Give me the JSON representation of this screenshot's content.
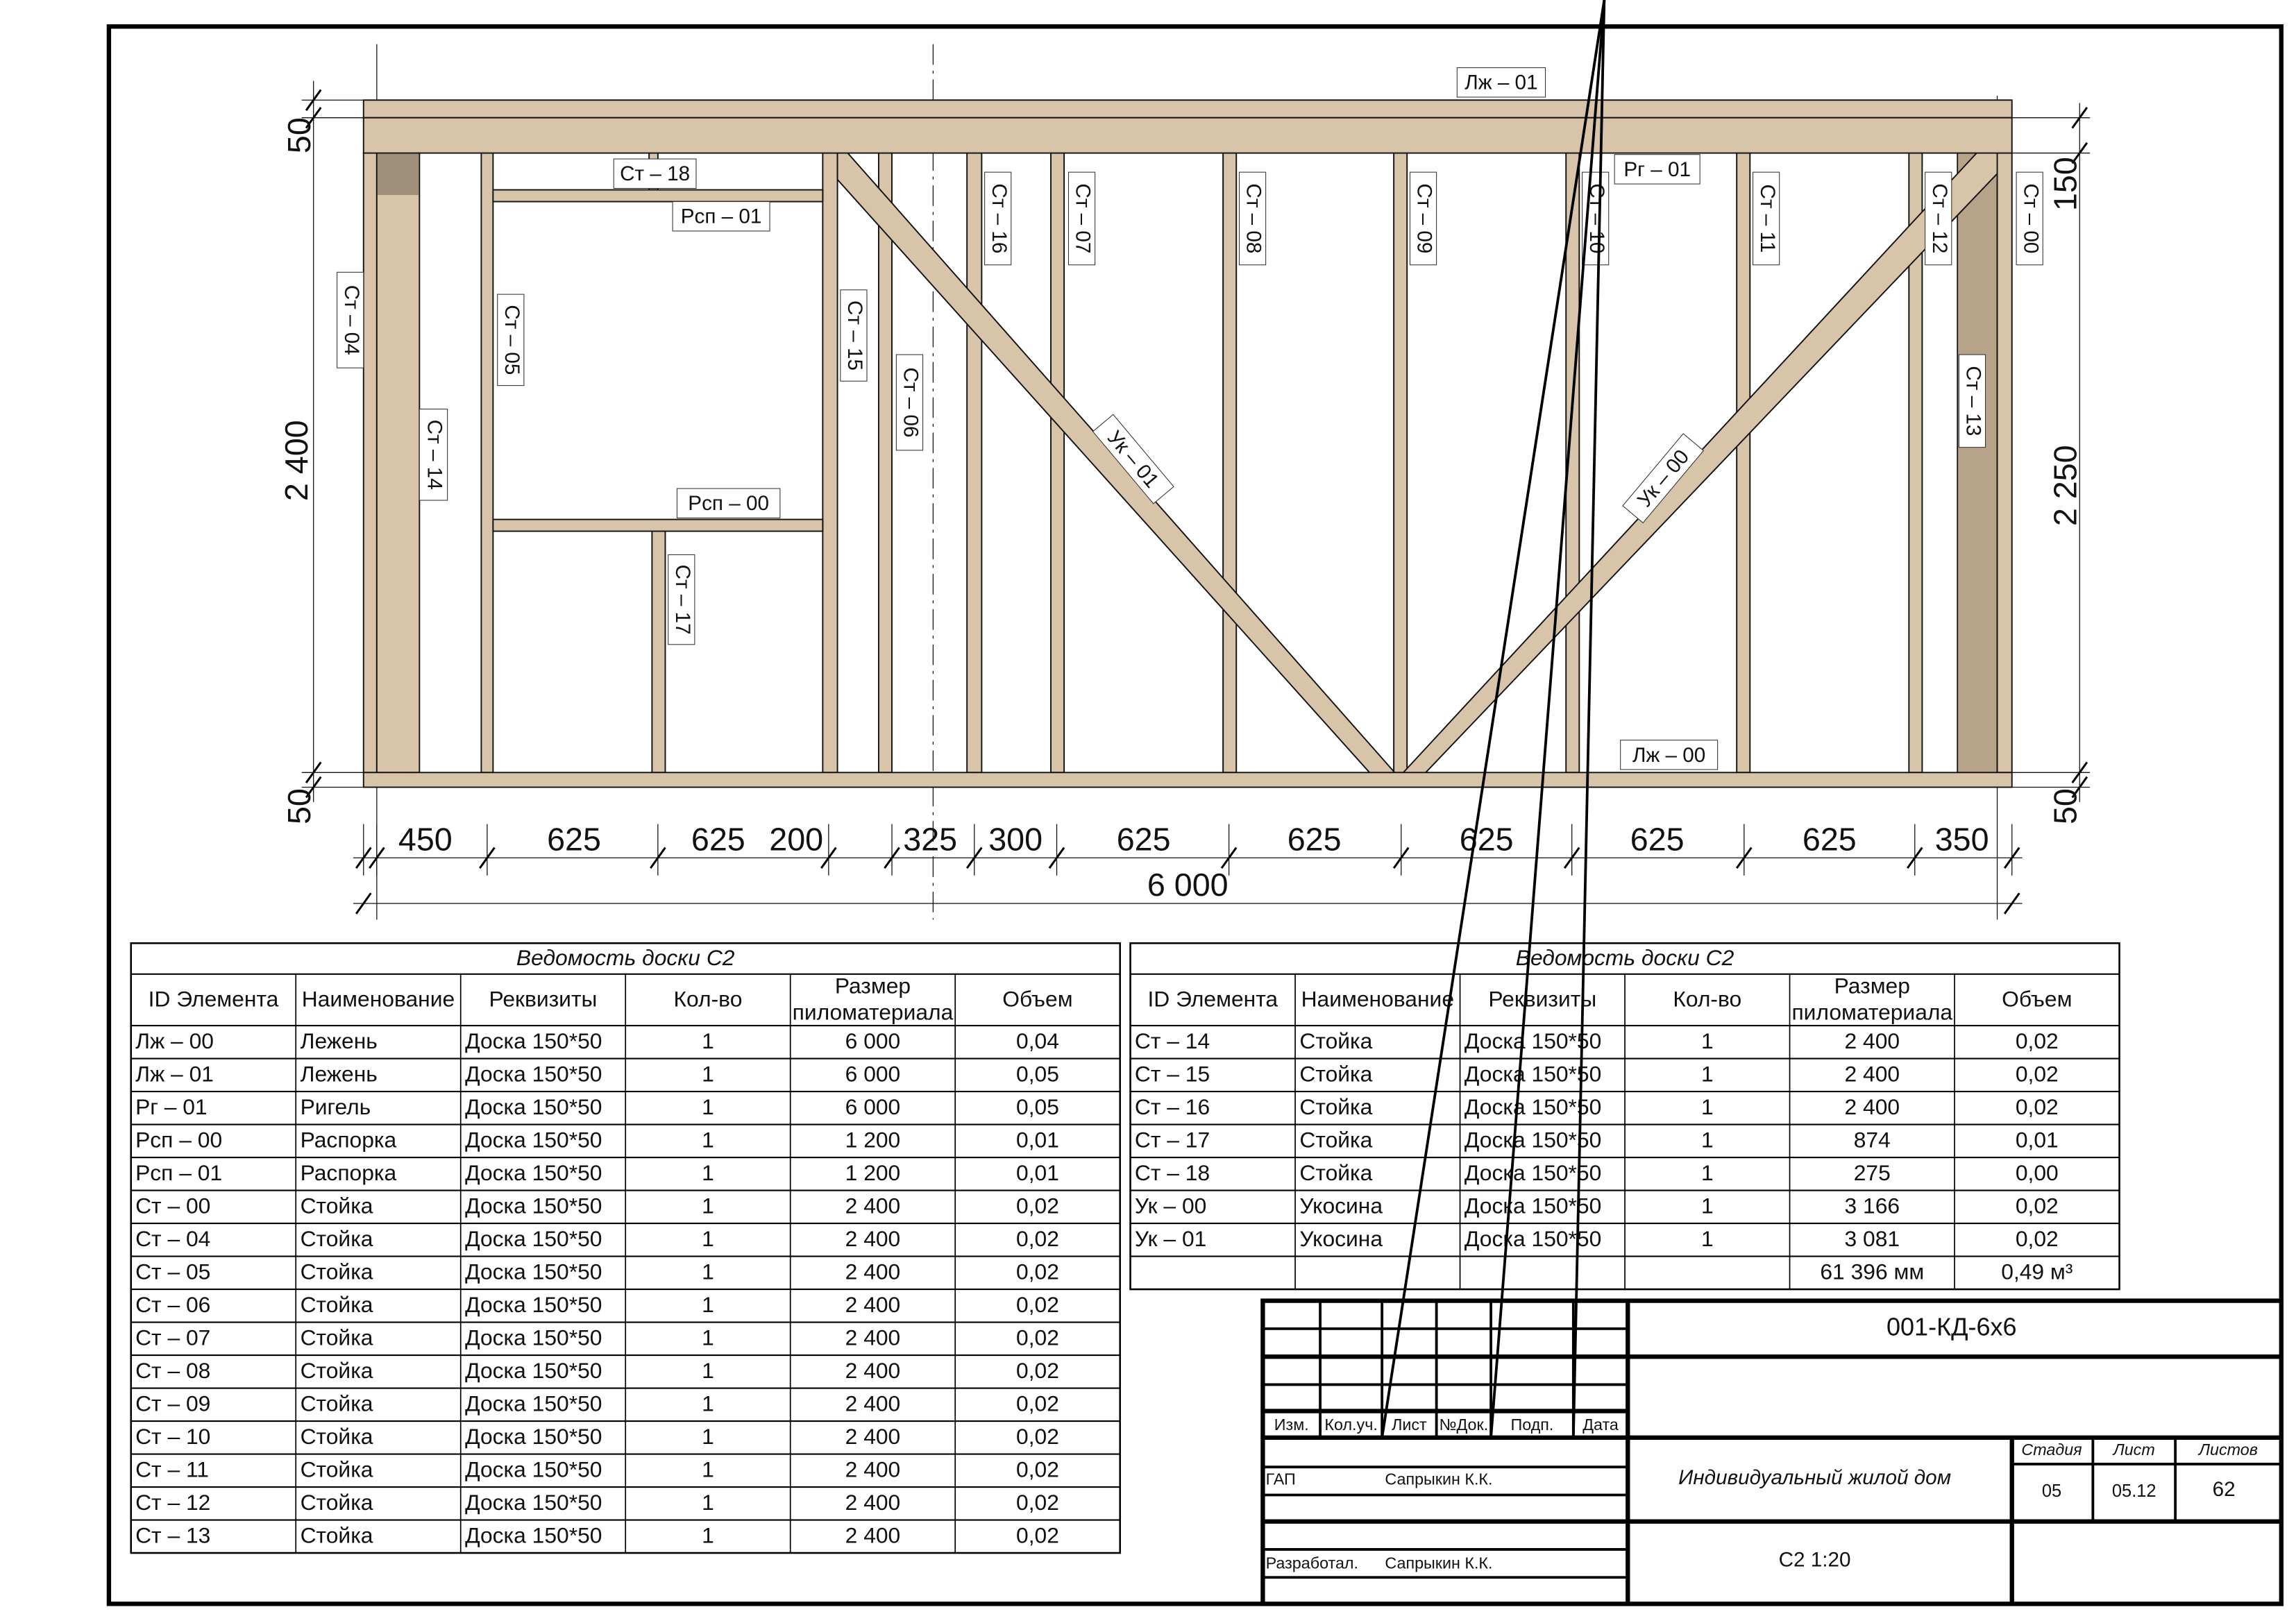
{
  "diagram": {
    "labels": [
      "Лж – 01",
      "Рг – 01",
      "Ст – 18",
      "Рсп – 01",
      "Рсп – 00",
      "Лж – 00",
      "Ст – 04",
      "Ст – 14",
      "Ст – 05",
      "Ст – 17",
      "Ст – 15",
      "Ст – 06",
      "Ст – 16",
      "Ст – 07",
      "Ст – 08",
      "Ст – 09",
      "Ст – 10",
      "Ст – 11",
      "Ст – 12",
      "Ст – 00",
      "Ст – 13",
      "Ук – 01",
      "Ук – 00"
    ],
    "dims_bottom": [
      "450",
      "625",
      "625",
      "200",
      "325",
      "300",
      "625",
      "625",
      "625",
      "625",
      "625",
      "350"
    ],
    "dim_overall": "6 000",
    "dims_left": [
      "50",
      "2 400",
      "50"
    ],
    "dims_right": [
      "150",
      "2 250",
      "50"
    ],
    "colors": {
      "wood": "#d8c4a8",
      "wood_dark": "#a08f78"
    }
  },
  "tables": {
    "headers": [
      "ID Элемента",
      "Наименование",
      "Реквизиты",
      "Кол-во",
      "Размер|пиломатериала",
      "Объем"
    ],
    "left": {
      "title": "Ведомость доски С2",
      "rows": [
        [
          "Лж – 00",
          "Лежень",
          "Доска 150*50",
          "1",
          "6 000",
          "0,04"
        ],
        [
          "Лж – 01",
          "Лежень",
          "Доска 150*50",
          "1",
          "6 000",
          "0,05"
        ],
        [
          "Рг – 01",
          "Ригель",
          "Доска 150*50",
          "1",
          "6 000",
          "0,05"
        ],
        [
          "Рсп – 00",
          "Распорка",
          "Доска 150*50",
          "1",
          "1 200",
          "0,01"
        ],
        [
          "Рсп – 01",
          "Распорка",
          "Доска 150*50",
          "1",
          "1 200",
          "0,01"
        ],
        [
          "Ст – 00",
          "Стойка",
          "Доска 150*50",
          "1",
          "2 400",
          "0,02"
        ],
        [
          "Ст – 04",
          "Стойка",
          "Доска 150*50",
          "1",
          "2 400",
          "0,02"
        ],
        [
          "Ст – 05",
          "Стойка",
          "Доска 150*50",
          "1",
          "2 400",
          "0,02"
        ],
        [
          "Ст – 06",
          "Стойка",
          "Доска 150*50",
          "1",
          "2 400",
          "0,02"
        ],
        [
          "Ст – 07",
          "Стойка",
          "Доска 150*50",
          "1",
          "2 400",
          "0,02"
        ],
        [
          "Ст – 08",
          "Стойка",
          "Доска 150*50",
          "1",
          "2 400",
          "0,02"
        ],
        [
          "Ст – 09",
          "Стойка",
          "Доска 150*50",
          "1",
          "2 400",
          "0,02"
        ],
        [
          "Ст – 10",
          "Стойка",
          "Доска 150*50",
          "1",
          "2 400",
          "0,02"
        ],
        [
          "Ст – 11",
          "Стойка",
          "Доска 150*50",
          "1",
          "2 400",
          "0,02"
        ],
        [
          "Ст – 12",
          "Стойка",
          "Доска 150*50",
          "1",
          "2 400",
          "0,02"
        ],
        [
          "Ст – 13",
          "Стойка",
          "Доска 150*50",
          "1",
          "2 400",
          "0,02"
        ]
      ]
    },
    "right": {
      "title": "Ведомость доски С2",
      "rows": [
        [
          "Ст – 14",
          "Стойка",
          "Доска 150*50",
          "1",
          "2 400",
          "0,02"
        ],
        [
          "Ст – 15",
          "Стойка",
          "Доска 150*50",
          "1",
          "2 400",
          "0,02"
        ],
        [
          "Ст – 16",
          "Стойка",
          "Доска 150*50",
          "1",
          "2 400",
          "0,02"
        ],
        [
          "Ст – 17",
          "Стойка",
          "Доска 150*50",
          "1",
          "874",
          "0,01"
        ],
        [
          "Ст – 18",
          "Стойка",
          "Доска 150*50",
          "1",
          "275",
          "0,00"
        ],
        [
          "Ук – 00",
          "Укосина",
          "Доска 150*50",
          "1",
          "3 166",
          "0,02"
        ],
        [
          "Ук – 01",
          "Укосина",
          "Доска 150*50",
          "1",
          "3 081",
          "0,02"
        ],
        [
          "",
          "",
          "",
          "",
          "61 396 мм",
          "0,49 м³"
        ]
      ]
    }
  },
  "title_block": {
    "code": "001-КД-6х6",
    "col_headers": [
      "Изм.",
      "Кол.уч.",
      "Лист",
      "№Док.",
      "Подп.",
      "Дата"
    ],
    "roles": [
      {
        "role": "ГАП",
        "name": "Сапрыкин К.К."
      },
      {
        "role": "Разработал.",
        "name": "Сапрыкин К.К."
      }
    ],
    "project": "Индивидуальный жилой дом",
    "sheet_title": "С2  1:20",
    "stage_label": "Стадия",
    "sheet_label": "Лист",
    "sheets_label": "Листов",
    "stage": "05",
    "sheet": "05.12",
    "sheets": "62"
  }
}
